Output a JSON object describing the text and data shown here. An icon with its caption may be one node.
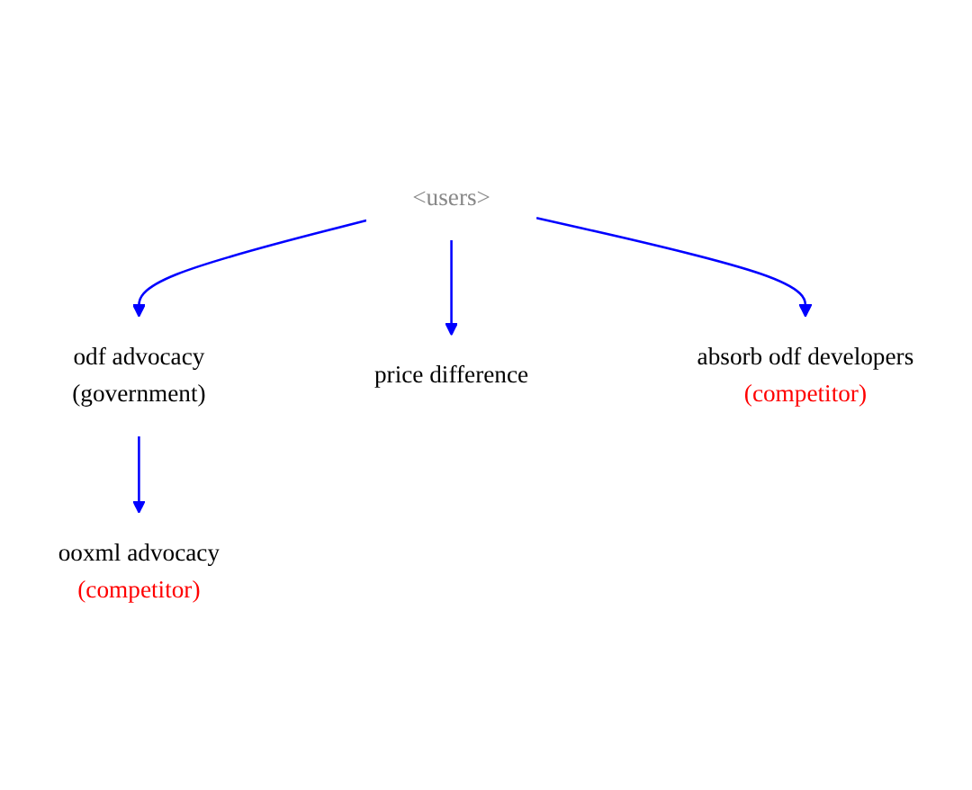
{
  "diagram": {
    "nodes": [
      {
        "text": [
          "ooxml advocacy"
        ],
        "beside": [
          "(competitor)"
        ]
      },
      {
        "text": [
          "odf advocacy"
        ],
        "beside": [
          "(government)"
        ]
      },
      {
        "text": [
          "<users>"
        ]
      },
      {
        "text": [
          "price difference"
        ]
      },
      {
        "text": [
          "absorb odf developers"
        ],
        "beside": [
          "(competitor)"
        ]
      }
    ],
    "edges": [
      {
        "from": 1,
        "to": 0,
        "arrow": "to",
        "color": "#0000ff"
      },
      {
        "from": 2,
        "to": 1,
        "arrow": "to",
        "color": "#0000ff"
      },
      {
        "from": 2,
        "to": 3,
        "arrow": "to",
        "color": "#0000ff"
      },
      {
        "from": 2,
        "to": 4,
        "arrow": "to",
        "color": "#0000ff"
      }
    ]
  }
}
